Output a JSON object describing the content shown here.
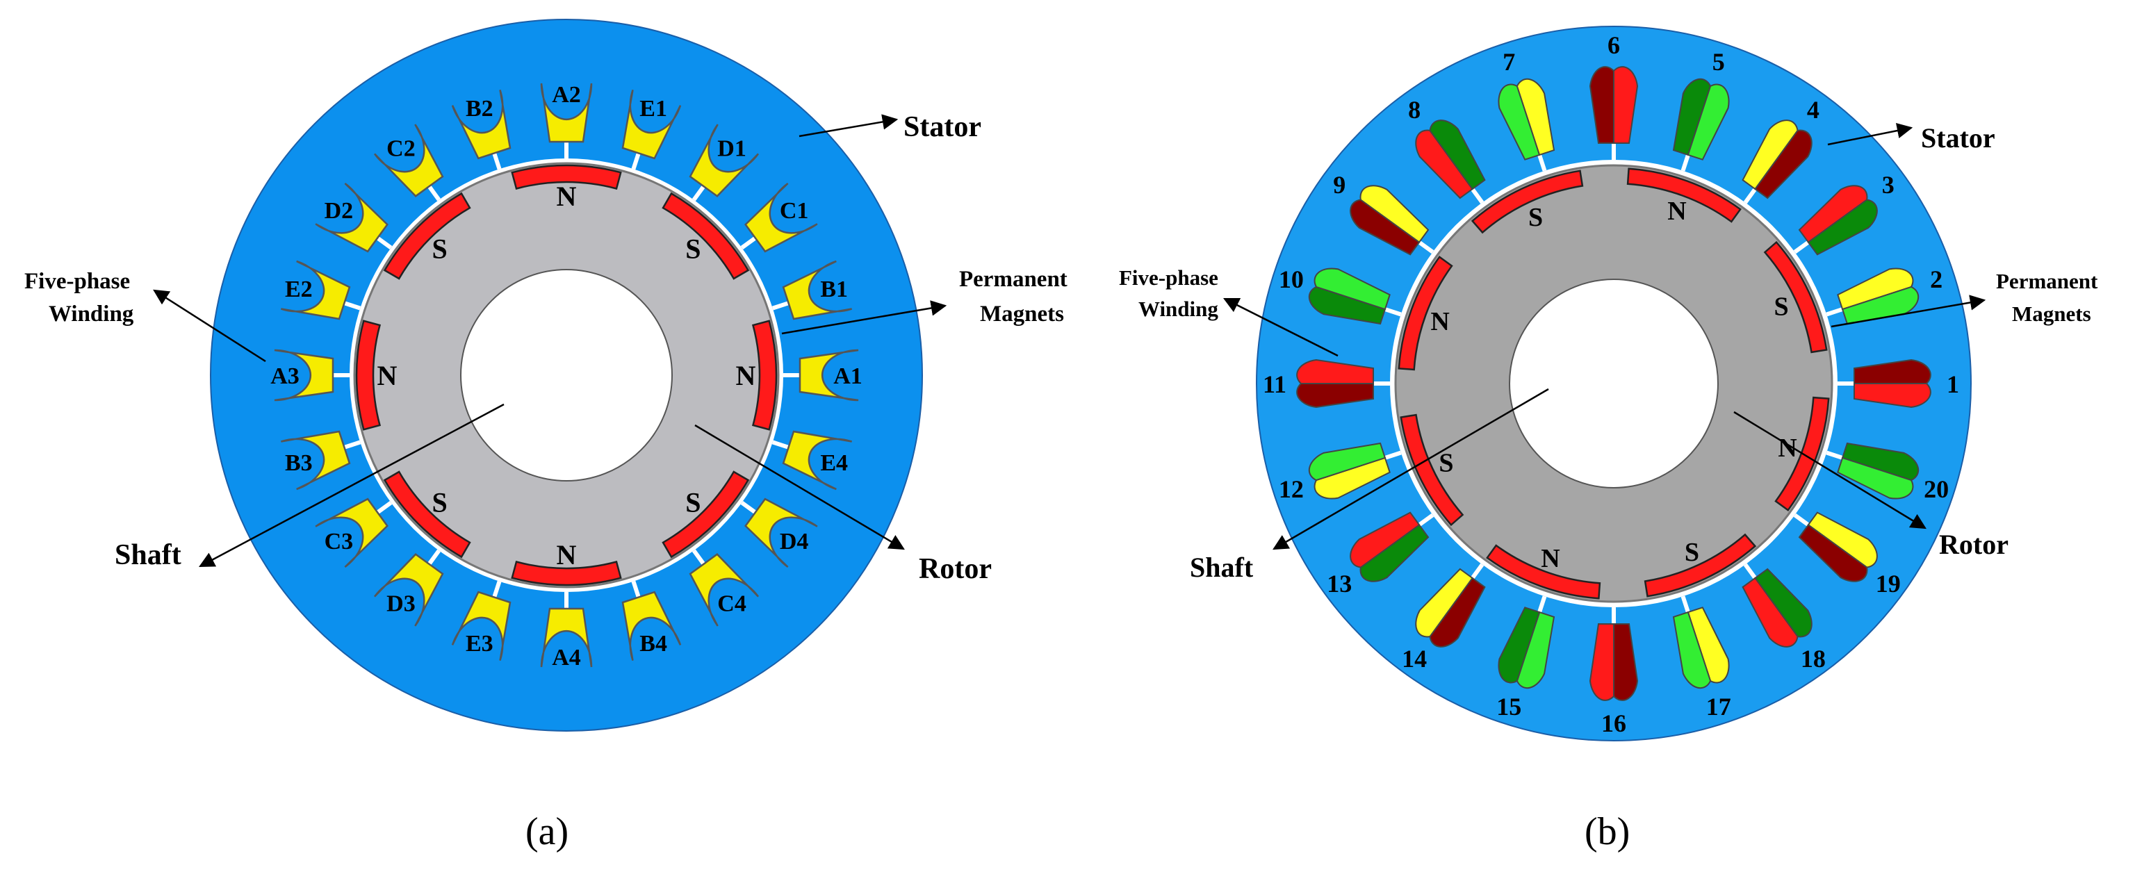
{
  "panel_a": {
    "caption": "(a)",
    "slot_labels": [
      "A1",
      "B1",
      "C1",
      "D1",
      "E1",
      "A2",
      "B2",
      "C2",
      "D2",
      "E2",
      "A3",
      "B3",
      "C3",
      "D3",
      "E3",
      "A4",
      "B4",
      "C4",
      "D4",
      "E4"
    ],
    "pole_labels": [
      "N",
      "S",
      "N",
      "S",
      "N",
      "S",
      "N",
      "S"
    ],
    "labels": {
      "stator": "Stator",
      "magnets_line1": "Permanent",
      "magnets_line2": "Magnets",
      "rotor": "Rotor",
      "shaft": "Shaft",
      "winding_line1": "Five-phase",
      "winding_line2": "Winding"
    },
    "colors": {
      "stator": "#0c90ee",
      "rotor": "#bcbcc0",
      "magnet": "#ff1a1a",
      "coil": "#f6ec00",
      "shaft": "#ffffff"
    }
  },
  "panel_b": {
    "caption": "(b)",
    "slot_numbers": [
      "1",
      "2",
      "3",
      "4",
      "5",
      "6",
      "7",
      "8",
      "9",
      "10",
      "11",
      "12",
      "13",
      "14",
      "15",
      "16",
      "17",
      "18",
      "19",
      "20"
    ],
    "pole_labels": [
      "N",
      "S",
      "N",
      "S",
      "N",
      "S",
      "N",
      "S"
    ],
    "labels": {
      "stator": "Stator",
      "magnets_line1": "Permanent",
      "magnets_line2": "Magnets",
      "rotor": "Rotor",
      "shaft": "Shaft",
      "winding_line1": "Five-phase",
      "winding_line2": "Winding"
    },
    "colors": {
      "stator": "#1a9cf0",
      "rotor": "#a6a6a6",
      "magnet": "#ff1a1a",
      "coil_colors": [
        "#ff1a1a",
        "#8b0000",
        "#33ee33",
        "#0a8a0a",
        "#ffff22"
      ],
      "shaft": "#ffffff"
    }
  }
}
